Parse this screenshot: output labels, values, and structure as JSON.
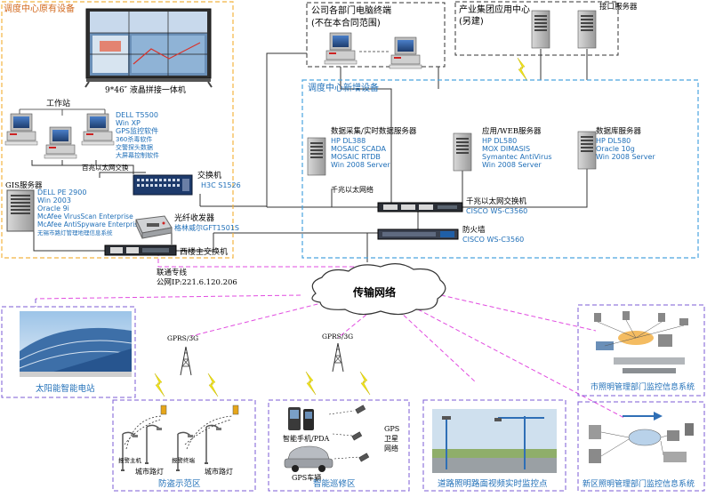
{
  "colors": {
    "orange_dash": "#f2b441",
    "blue_dash": "#4aa3df",
    "purple_dash": "#7b5bd6",
    "magenta_dash": "#e14ce0",
    "label_blue": "#1f6fb8",
    "label_orange": "#d2691e",
    "bolt": "#f2e51a"
  },
  "legacy": {
    "title": "调度中心原有设备",
    "display_label": "9*46″ 液晶拼接一体机",
    "workstation_label": "工作站",
    "ws_specs": [
      "DELL T5500",
      "Win XP",
      "GPS监控软件",
      "360杀毒软件",
      "交警探头数据",
      "大屏幕控制软件"
    ],
    "gigabit_label": "百兆以太网交换",
    "switch_label": "交换机",
    "switch_model": "H3C S1526",
    "gis_label": "GIS服务器",
    "gis_specs": [
      "DELL PE 2900",
      "Win 2003",
      "Oracle 9i",
      "McAfee VirusScan  Enterprise",
      "McAfee AntiSpyware  Enterprise",
      "无锡市路灯管理地理信息系统"
    ],
    "transceiver_label": "光纤收发器",
    "transceiver_model": "格林威尔GFT1501S",
    "west_switch_label": "西楼主交换机",
    "unicom_label": "联通专线",
    "public_ip": "公网IP:221.6.120.206"
  },
  "company": {
    "title_line1": "公司各部门电脑终端",
    "title_line2": "(不在本合同范围)"
  },
  "industry": {
    "title_line1": "产业集团应用中心",
    "title_line2": "(另建)",
    "server_label": "接口服务器"
  },
  "new_equipment": {
    "title": "调度中心新增设备",
    "data_server_title": "数据采集/实时数据服务器",
    "data_server_specs": [
      "HP DL388",
      "MOSAIC SCADA",
      "MOSAIC RTDB",
      "Win 2008 Server"
    ],
    "web_server_title": "应用/WEB服务器",
    "web_server_specs": [
      "HP DL580",
      "MOX DIMASIS",
      "Symantec AntiVirus",
      "Win 2008 Server"
    ],
    "db_server_title": "数据库服务器",
    "db_server_specs": [
      "HP DL580",
      "Oracle 10g",
      "Win 2008 Server"
    ],
    "gige_label": "千兆以太网络",
    "gige_switch_label": "千兆以太网交换机",
    "gige_switch_model": "CISCO WS-C3560",
    "firewall_label": "防火墙",
    "firewall_model": "CISCO WS-C3560"
  },
  "cloud_label": "传输网络",
  "solar_label": "太阳能智能电站",
  "gprs_left": "GPRS/3G",
  "gprs_mid": "GPRS/3G",
  "city_monitor_label": "市照明管理部门监控信息系统",
  "antitheft": {
    "title": "防盗示范区",
    "host": "报警主机",
    "terminal": "报警终端",
    "lamp1": "城市路灯",
    "lamp2": "城市路灯"
  },
  "patrol": {
    "title": "智能巡修区",
    "phone": "智能手机/PDA",
    "car": "GPS车辆",
    "gps": [
      "GPS",
      "卫星",
      "网络"
    ]
  },
  "video": {
    "title": "道路照明路面视频实时监控点"
  },
  "newdistrict": {
    "title": "新区照明管理部门监控信息系统"
  }
}
